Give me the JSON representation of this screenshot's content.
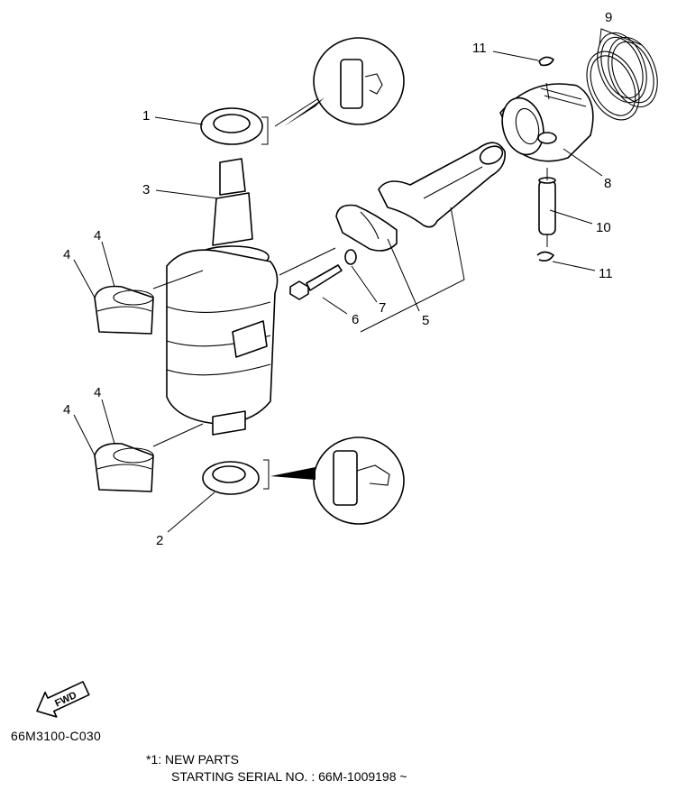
{
  "callouts": {
    "c1": "1",
    "c2": "2",
    "c3": "3",
    "c4a": "4",
    "c4b": "4",
    "c4c": "4",
    "c4d": "4",
    "c5": "5",
    "c6": "6",
    "c7": "7",
    "c8": "8",
    "c9": "9",
    "c10": "10",
    "c11a": "11",
    "c11b": "11"
  },
  "fwd_label": "FWD",
  "diagram_code": "66M3100-C030",
  "notes": {
    "line1": "*1: NEW PARTS",
    "line2": "STARTING SERIAL NO. : 66M-1009198 ~"
  },
  "icons": [
    "fwd-arrow-icon"
  ],
  "colors": {
    "ink": "#000000",
    "paper": "#ffffff"
  }
}
